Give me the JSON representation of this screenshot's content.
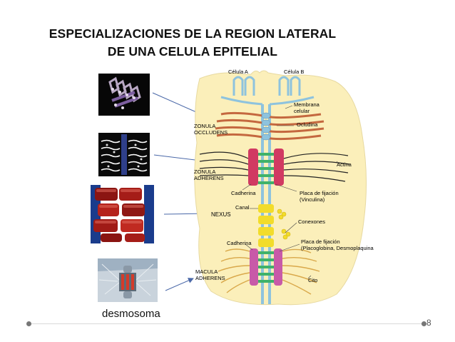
{
  "slide": {
    "title_line1": "ESPECIALIZACIONES DE LA REGION LATERAL",
    "title_line2": "DE UNA CELULA EPITELIAL",
    "caption": "desmosoma",
    "page_number": "8"
  },
  "diagram": {
    "cell_a": "Célula A",
    "cell_b": "Célula B",
    "membrane_line1": "Membrana",
    "membrane_line2": "celular",
    "ocludina": "Ocludina",
    "zonula_occludens_line1": "ZONULA",
    "zonula_occludens_line2": "OCCLUDENS",
    "actina": "Actina",
    "zonula_adherens_line1": "ZONULA",
    "zonula_adherens_line2": "ADHERENS",
    "cadherina_top": "Cadherina",
    "placa_top_line1": "Placa de fijación",
    "placa_top_line2": "(Vinculina)",
    "canal": "Canal",
    "nexus": "NEXUS",
    "conexones": "Conexones",
    "cadherina_bottom": "Cadherina",
    "placa_bottom_line1": "Placa de fijación",
    "placa_bottom_line2": "(Placoglobina, Desmoplaquina",
    "macula_line1": "MACULA",
    "macula_line2": "ADHERENS",
    "cito": "Cito"
  },
  "colors": {
    "cell_fill": "#fbefba",
    "membrane": "#8ec3de",
    "occludin": "#c4683f",
    "cadherin_band": "#d13a62",
    "desmosome_plaque": "#c85aa8",
    "linker": "#3fb26a",
    "nexus": "#f2dc2a",
    "filaments": "#d9a84a"
  }
}
